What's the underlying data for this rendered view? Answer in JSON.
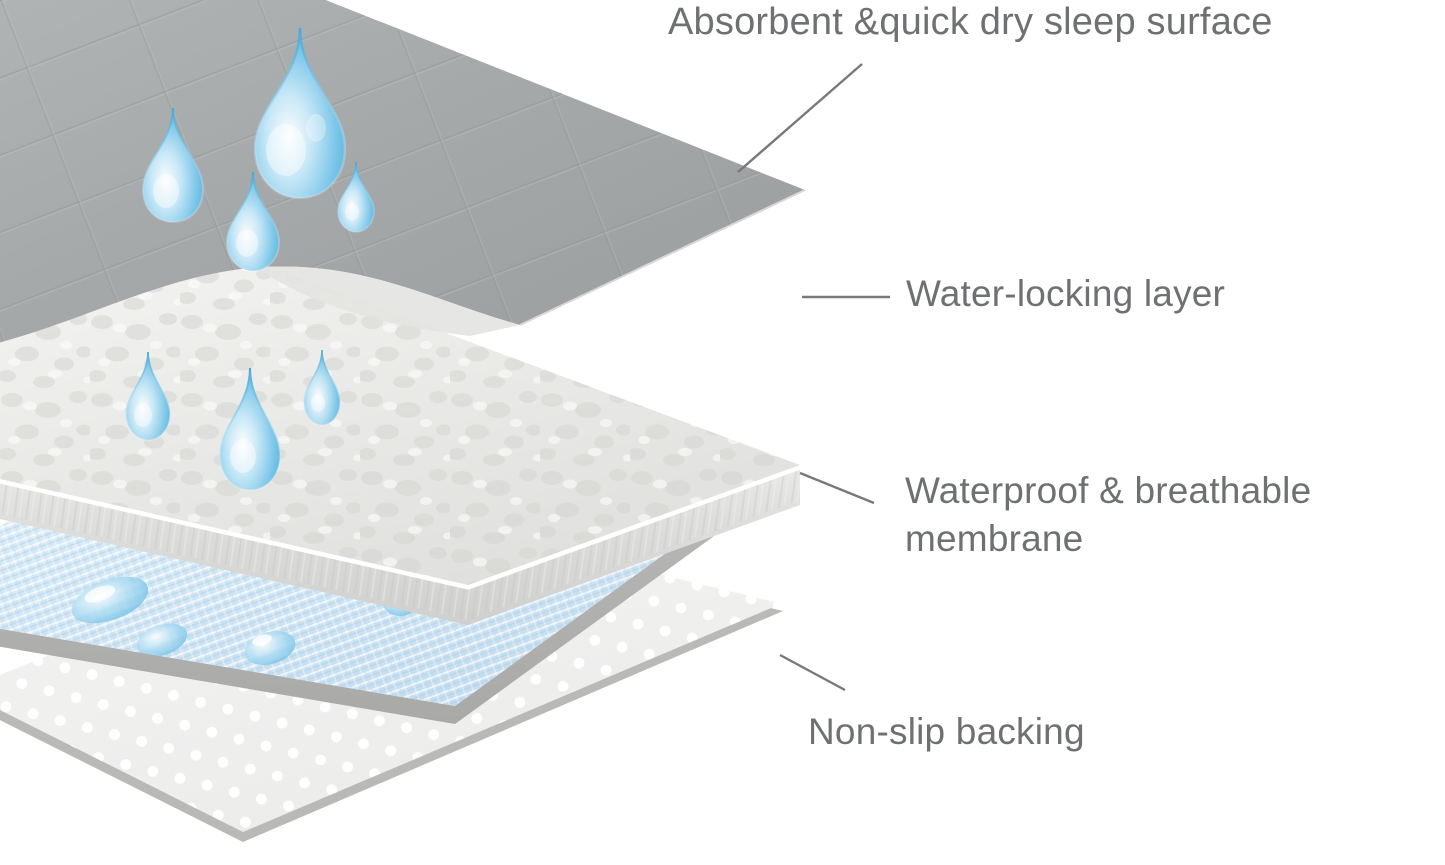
{
  "diagram": {
    "title": "Mattress protector layer construction cutaway",
    "background_color": "#ffffff",
    "label_color": "#6e7071",
    "layers": [
      {
        "id": "top-surface",
        "label": "Absorbent &quick dry sleep surface",
        "color": "#a8abac",
        "texture": "quilted grid fabric",
        "features": [
          "water droplets",
          "peeled wavy front edge"
        ]
      },
      {
        "id": "water-locking",
        "label": "Water-locking layer",
        "color": "#ececeb",
        "texture": "mottled absorbent foam slab",
        "features": [
          "thick slab edge",
          "white highlight edge",
          "soaking droplets"
        ]
      },
      {
        "id": "membrane",
        "label": "Waterproof & breathable membrane",
        "color": "#d6e8f3",
        "accent_color": "#7ec8e8",
        "texture": "woven knit fabric",
        "features": [
          "blue shine swoosh",
          "star sparkles",
          "beaded water"
        ]
      },
      {
        "id": "non-slip",
        "label": "Non-slip backing",
        "color": "#f0f0ef",
        "dot_color": "#ffffff",
        "texture": "polka dot grip dots",
        "features": [
          "regular white dot grid",
          "gray slab edge"
        ]
      }
    ],
    "droplet_color": "#7ec8e8",
    "leader_line_color": "#77797a"
  }
}
